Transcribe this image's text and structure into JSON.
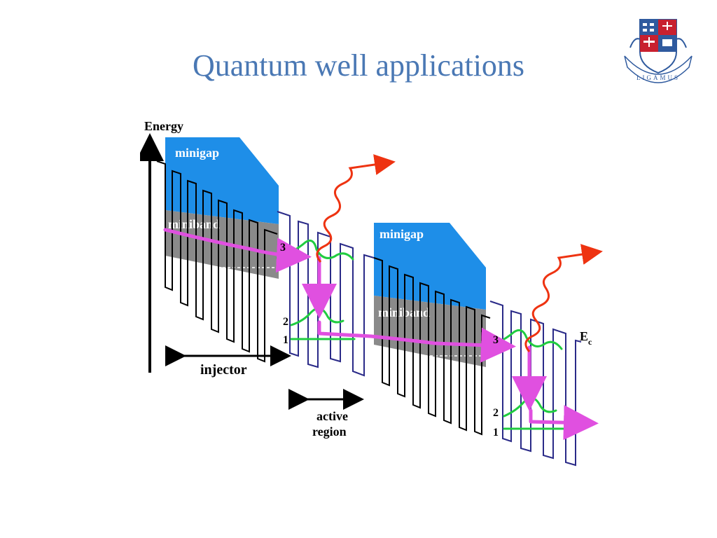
{
  "slide": {
    "title": "Quantum well applications"
  },
  "crest": {
    "motto": "LIGAMUS",
    "colors": {
      "blue": "#2f5a9e",
      "red": "#c8202f",
      "white": "#ffffff"
    }
  },
  "diagram": {
    "axis_label": "Energy",
    "minigap_label": "minigap",
    "miniband_label": "miniband",
    "injector_label": "injector",
    "active_label_1": "active",
    "active_label_2": "region",
    "conduction_label": "E",
    "conduction_subscript": "c",
    "levels": {
      "three": "3",
      "two": "2",
      "one": "1"
    },
    "colors": {
      "minigap": "#1e8ee8",
      "miniband": "#808080",
      "electron_path": "#e050e0",
      "wavefunction": "#20cc40",
      "photon": "#ee3311",
      "well_outline": "#000000",
      "active_well_outline": "#2a2a88"
    }
  }
}
